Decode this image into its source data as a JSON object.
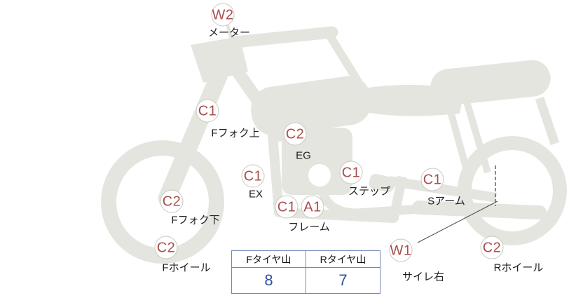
{
  "diagram_title": "motorcycle-condition-diagram",
  "markers": [
    {
      "code": "W2",
      "label": "メーター"
    },
    {
      "code": "C1",
      "label": "Fフォク上"
    },
    {
      "code": "C2",
      "label": "EG"
    },
    {
      "code": "C1",
      "label": "EX"
    },
    {
      "code": "C1",
      "label": "ステップ"
    },
    {
      "code": "C1",
      "label": "Sアーム"
    },
    {
      "code": "C2",
      "label": "Fフォク下"
    },
    {
      "code": "C1",
      "label": ""
    },
    {
      "code": "A1",
      "label": "フレーム"
    },
    {
      "code": "C2",
      "label": "Fホイール"
    },
    {
      "code": "W1",
      "label": "サイレ右"
    },
    {
      "code": "C2",
      "label": "Rホイール"
    }
  ],
  "tire_table": {
    "headers": [
      "Fタイヤ山",
      "Rタイヤ山"
    ],
    "values": [
      "8",
      "7"
    ]
  },
  "colors": {
    "marker_text": "#a94f4c",
    "marker_border": "#c7c7c2",
    "label_text": "#1f1f1f",
    "table_border": "#7388b9",
    "table_value_text": "#2e4fa3",
    "bike_silhouette": "#e5e5e0"
  }
}
